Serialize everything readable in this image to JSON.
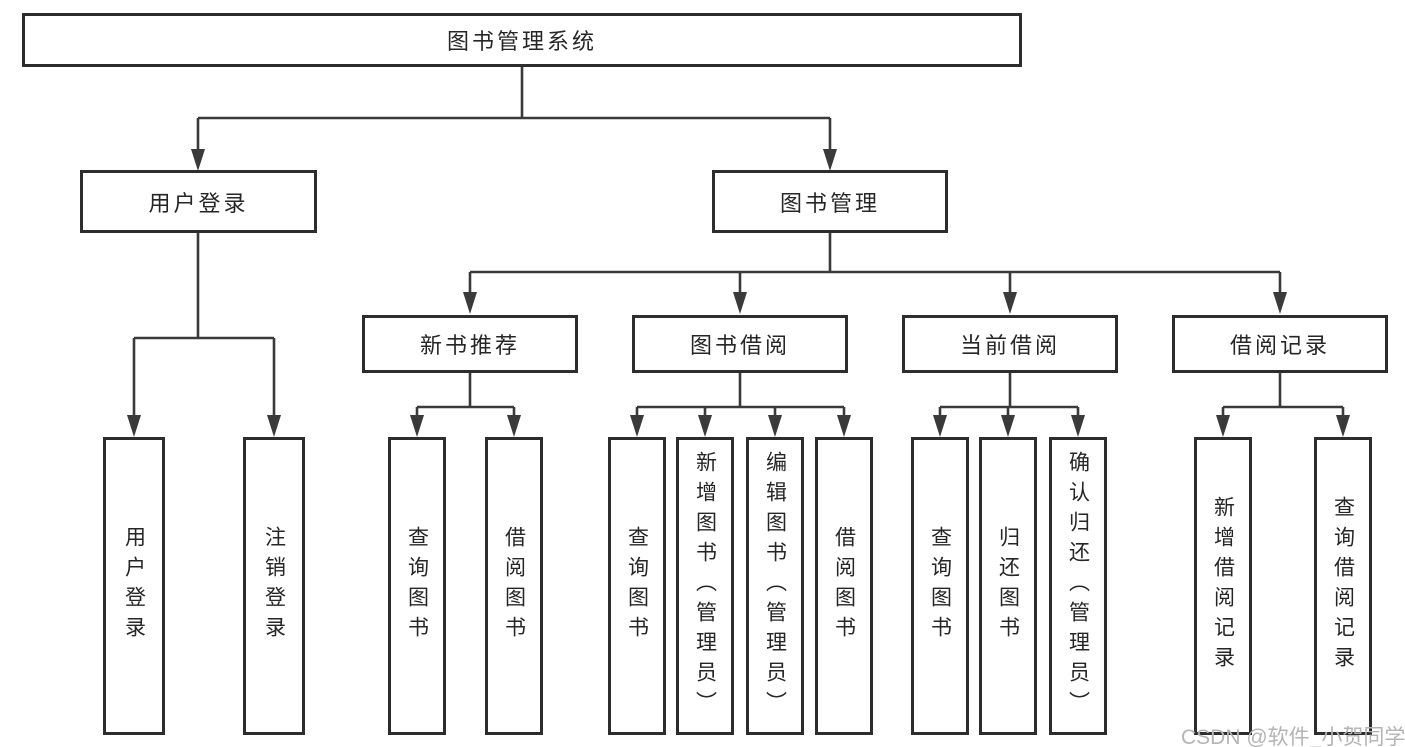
{
  "root": {
    "label": "图书管理系统"
  },
  "level2": [
    {
      "label": "用户登录"
    },
    {
      "label": "图书管理"
    }
  ],
  "level3": [
    {
      "label": "新书推荐"
    },
    {
      "label": "图书借阅"
    },
    {
      "label": "当前借阅"
    },
    {
      "label": "借阅记录"
    }
  ],
  "leaves": {
    "user_login": [
      {
        "label": "用户登录"
      },
      {
        "label": "注销登录"
      }
    ],
    "new_book": [
      {
        "label": "查询图书"
      },
      {
        "label": "借阅图书"
      }
    ],
    "book_borrow": [
      {
        "label": "查询图书"
      },
      {
        "label": "新增图书（管理员）"
      },
      {
        "label": "编辑图书（管理员）"
      },
      {
        "label": "借阅图书"
      }
    ],
    "current_borrow": [
      {
        "label": "查询图书"
      },
      {
        "label": "归还图书"
      },
      {
        "label": "确认归还（管理员）"
      }
    ],
    "borrow_record": [
      {
        "label": "新增借阅记录"
      },
      {
        "label": "查询借阅记录"
      }
    ]
  },
  "watermark": {
    "text": "CSDN @软件_小贺同学"
  },
  "colors": {
    "line": "#3a3a3a",
    "border": "#2d2d2d",
    "text": "#262626",
    "watermark": "#b4b4b4",
    "background": "#ffffff"
  }
}
